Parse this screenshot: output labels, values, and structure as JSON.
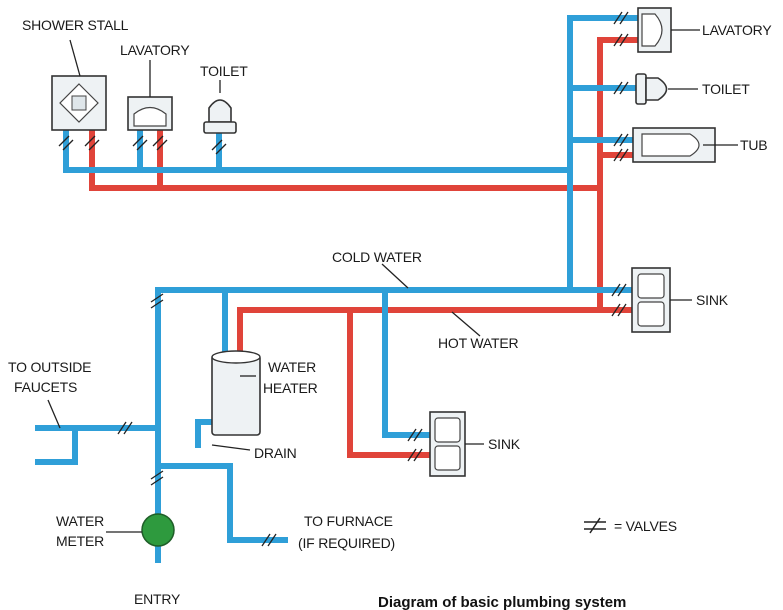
{
  "colors": {
    "cold_water": "#2f9fd8",
    "hot_water": "#e0443a",
    "meter": "#2e9a3e"
  },
  "labels": {
    "shower_stall": "SHOWER STALL",
    "lavatory_left": "LAVATORY",
    "toilet_left": "TOILET",
    "lavatory_right": "LAVATORY",
    "toilet_right": "TOILET",
    "tub": "TUB",
    "cold_water": "COLD WATER",
    "hot_water": "HOT WATER",
    "sink_right": "SINK",
    "sink_center": "SINK",
    "water_heater_line1": "WATER",
    "water_heater_line2": "HEATER",
    "drain": "DRAIN",
    "outside_faucets_line1": "TO OUTSIDE",
    "outside_faucets_line2": "FAUCETS",
    "water_meter_line1": "WATER",
    "water_meter_line2": "METER",
    "furnace_line1": "TO FURNACE",
    "furnace_line2": "(IF REQUIRED)",
    "entry": "ENTRY",
    "valves_legend": "= VALVES"
  },
  "caption": "Diagram of basic plumbing system"
}
